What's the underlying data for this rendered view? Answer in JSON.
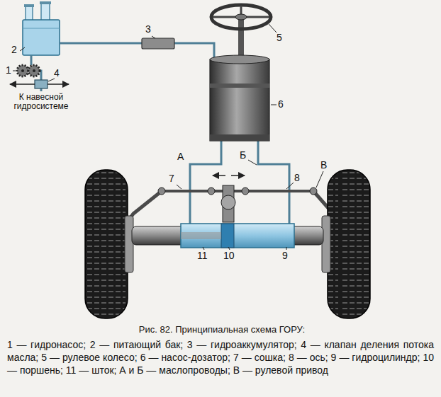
{
  "diagram": {
    "caption": "Рис. 82. Принципиальная схема ГОРУ:",
    "labels": [
      "2",
      "1",
      "4",
      "К навесной гидросистеме",
      "3",
      "5",
      "6",
      "А",
      "Б",
      "В",
      "7",
      "8",
      "11",
      "10",
      "9",
      "1 — гидронасос; 2 — питающий бак; 3 — гидроаккумулятор; 4 — клапан деления потока масла; 5 — рулевое колесо; 6 — насос-дозатор; 7 — сошка; 8 — ось; 9 — гидроцилиндр; 10 — поршень; 11 — шток; А и Б — маслопроводы; В — рулевой привод"
    ]
  }
}
